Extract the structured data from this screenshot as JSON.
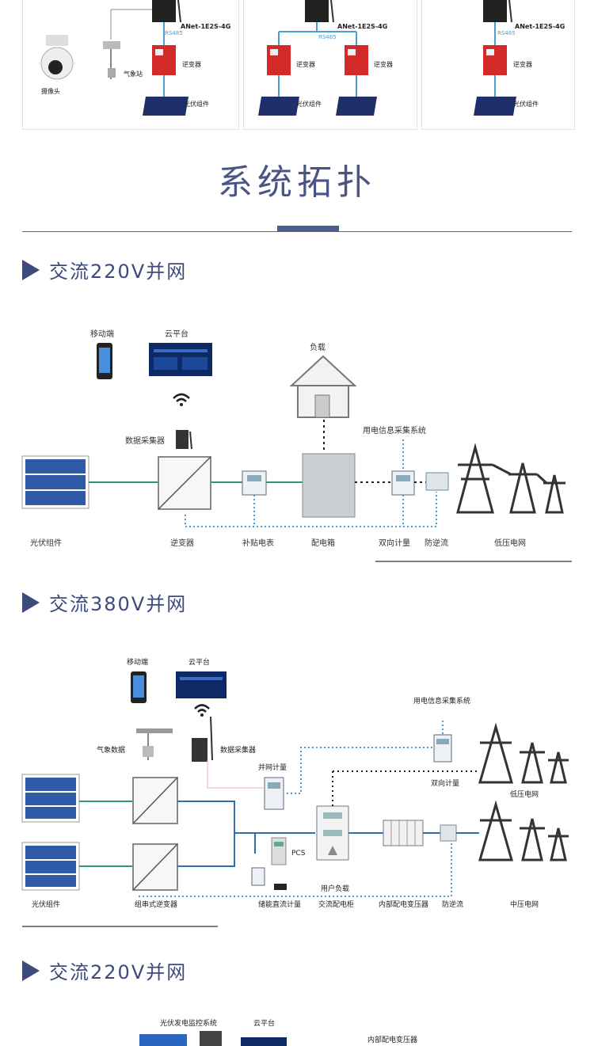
{
  "top_panels": {
    "left": {
      "device": "ANet-1E2S-4G",
      "bus": "RS485",
      "camera": "摄像头",
      "weather": "气象站",
      "inverter": "逆变器",
      "pv": "光伏组件"
    },
    "middle": {
      "device": "ANet-1E2S-4G",
      "bus": "RS485",
      "inverter_a": "逆变器",
      "inverter_b": "逆变器",
      "pv": "光伏组件"
    },
    "right": {
      "device": "ANet-1E2S-4G",
      "bus": "RS485",
      "inverter": "逆变器",
      "pv": "光伏组件"
    }
  },
  "main_title": "系统拓扑",
  "section1": {
    "title": "交流220V并网",
    "labels": {
      "mobile": "移动端",
      "cloud": "云平台",
      "load": "负载",
      "collector": "数据采集器",
      "info_system": "用电信息采集系统",
      "pv": "光伏组件",
      "inverter": "逆变器",
      "subsidy_meter": "补贴电表",
      "distribution_box": "配电箱",
      "bidirectional": "双向计量",
      "anti_reverse": "防逆流",
      "grid": "低压电网"
    }
  },
  "section2": {
    "title": "交流380V并网",
    "labels": {
      "mobile": "移动端",
      "cloud": "云平台",
      "info_system": "用电信息采集系统",
      "weather": "气象数据",
      "collector": "数据采集器",
      "grid_meter": "并网计量",
      "bidirectional": "双向计量",
      "low_grid": "低压电网",
      "pcs": "PCS",
      "user_load": "用户负载",
      "pv": "光伏组件",
      "string_inverter": "组串式逆变器",
      "storage_meter": "储能直流计量",
      "ac_cabinet": "交流配电柜",
      "transformer": "内部配电变压器",
      "anti_reverse": "防逆流",
      "mid_grid": "中压电网"
    }
  },
  "section3": {
    "title": "交流220V并网",
    "labels": {
      "monitor": "光伏发电监控系统",
      "cloud": "云平台",
      "transformer": "内部配电变压器"
    }
  },
  "colors": {
    "accent": "#3e4a7a",
    "green_line": "#2e9a6a",
    "blue_line": "#2f6fb0",
    "dotted": "#4a9fd0",
    "red_inverter": "#d42a2a"
  }
}
